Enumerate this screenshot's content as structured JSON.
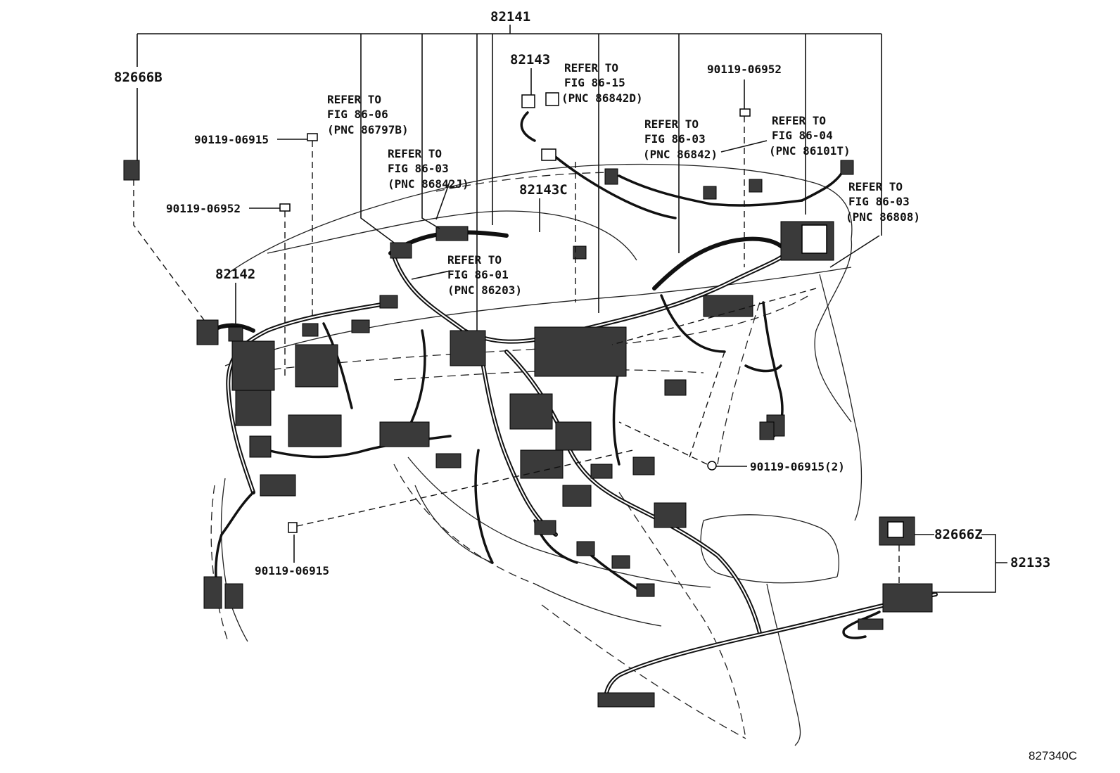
{
  "diagram": {
    "figure_code": "827340C",
    "part_numbers": {
      "main_harness": "82141",
      "clamp_left": "82666B",
      "connector_82143": "82143",
      "harness_82143c": "82143C",
      "harness_82142": "82142",
      "clamp_right": "82666Z",
      "harness_82133": "82133"
    },
    "bolts": {
      "b1": "90119-06915",
      "b2": "90119-06952",
      "b3": "90119-06952",
      "b4": "90119-06915(2)",
      "b5": "90119-06915"
    },
    "references": [
      {
        "line1": "REFER TO",
        "line2": "FIG 86-06",
        "line3": "(PNC 86797B)"
      },
      {
        "line1": "REFER TO",
        "line2": "FIG 86-03",
        "line3": "(PNC 86842J)"
      },
      {
        "line1": "REFER TO",
        "line2": "FIG 86-15",
        "line3": "(PNC 86842D)"
      },
      {
        "line1": "REFER TO",
        "line2": "FIG 86-01",
        "line3": "(PNC 86203)"
      },
      {
        "line1": "REFER TO",
        "line2": "FIG 86-03",
        "line3": "(PNC 86842)"
      },
      {
        "line1": "REFER TO",
        "line2": "FIG 86-04",
        "line3": "(PNC 86101T)"
      },
      {
        "line1": "REFER TO",
        "line2": "FIG 86-03",
        "line3": "(PNC 86808)"
      }
    ]
  }
}
